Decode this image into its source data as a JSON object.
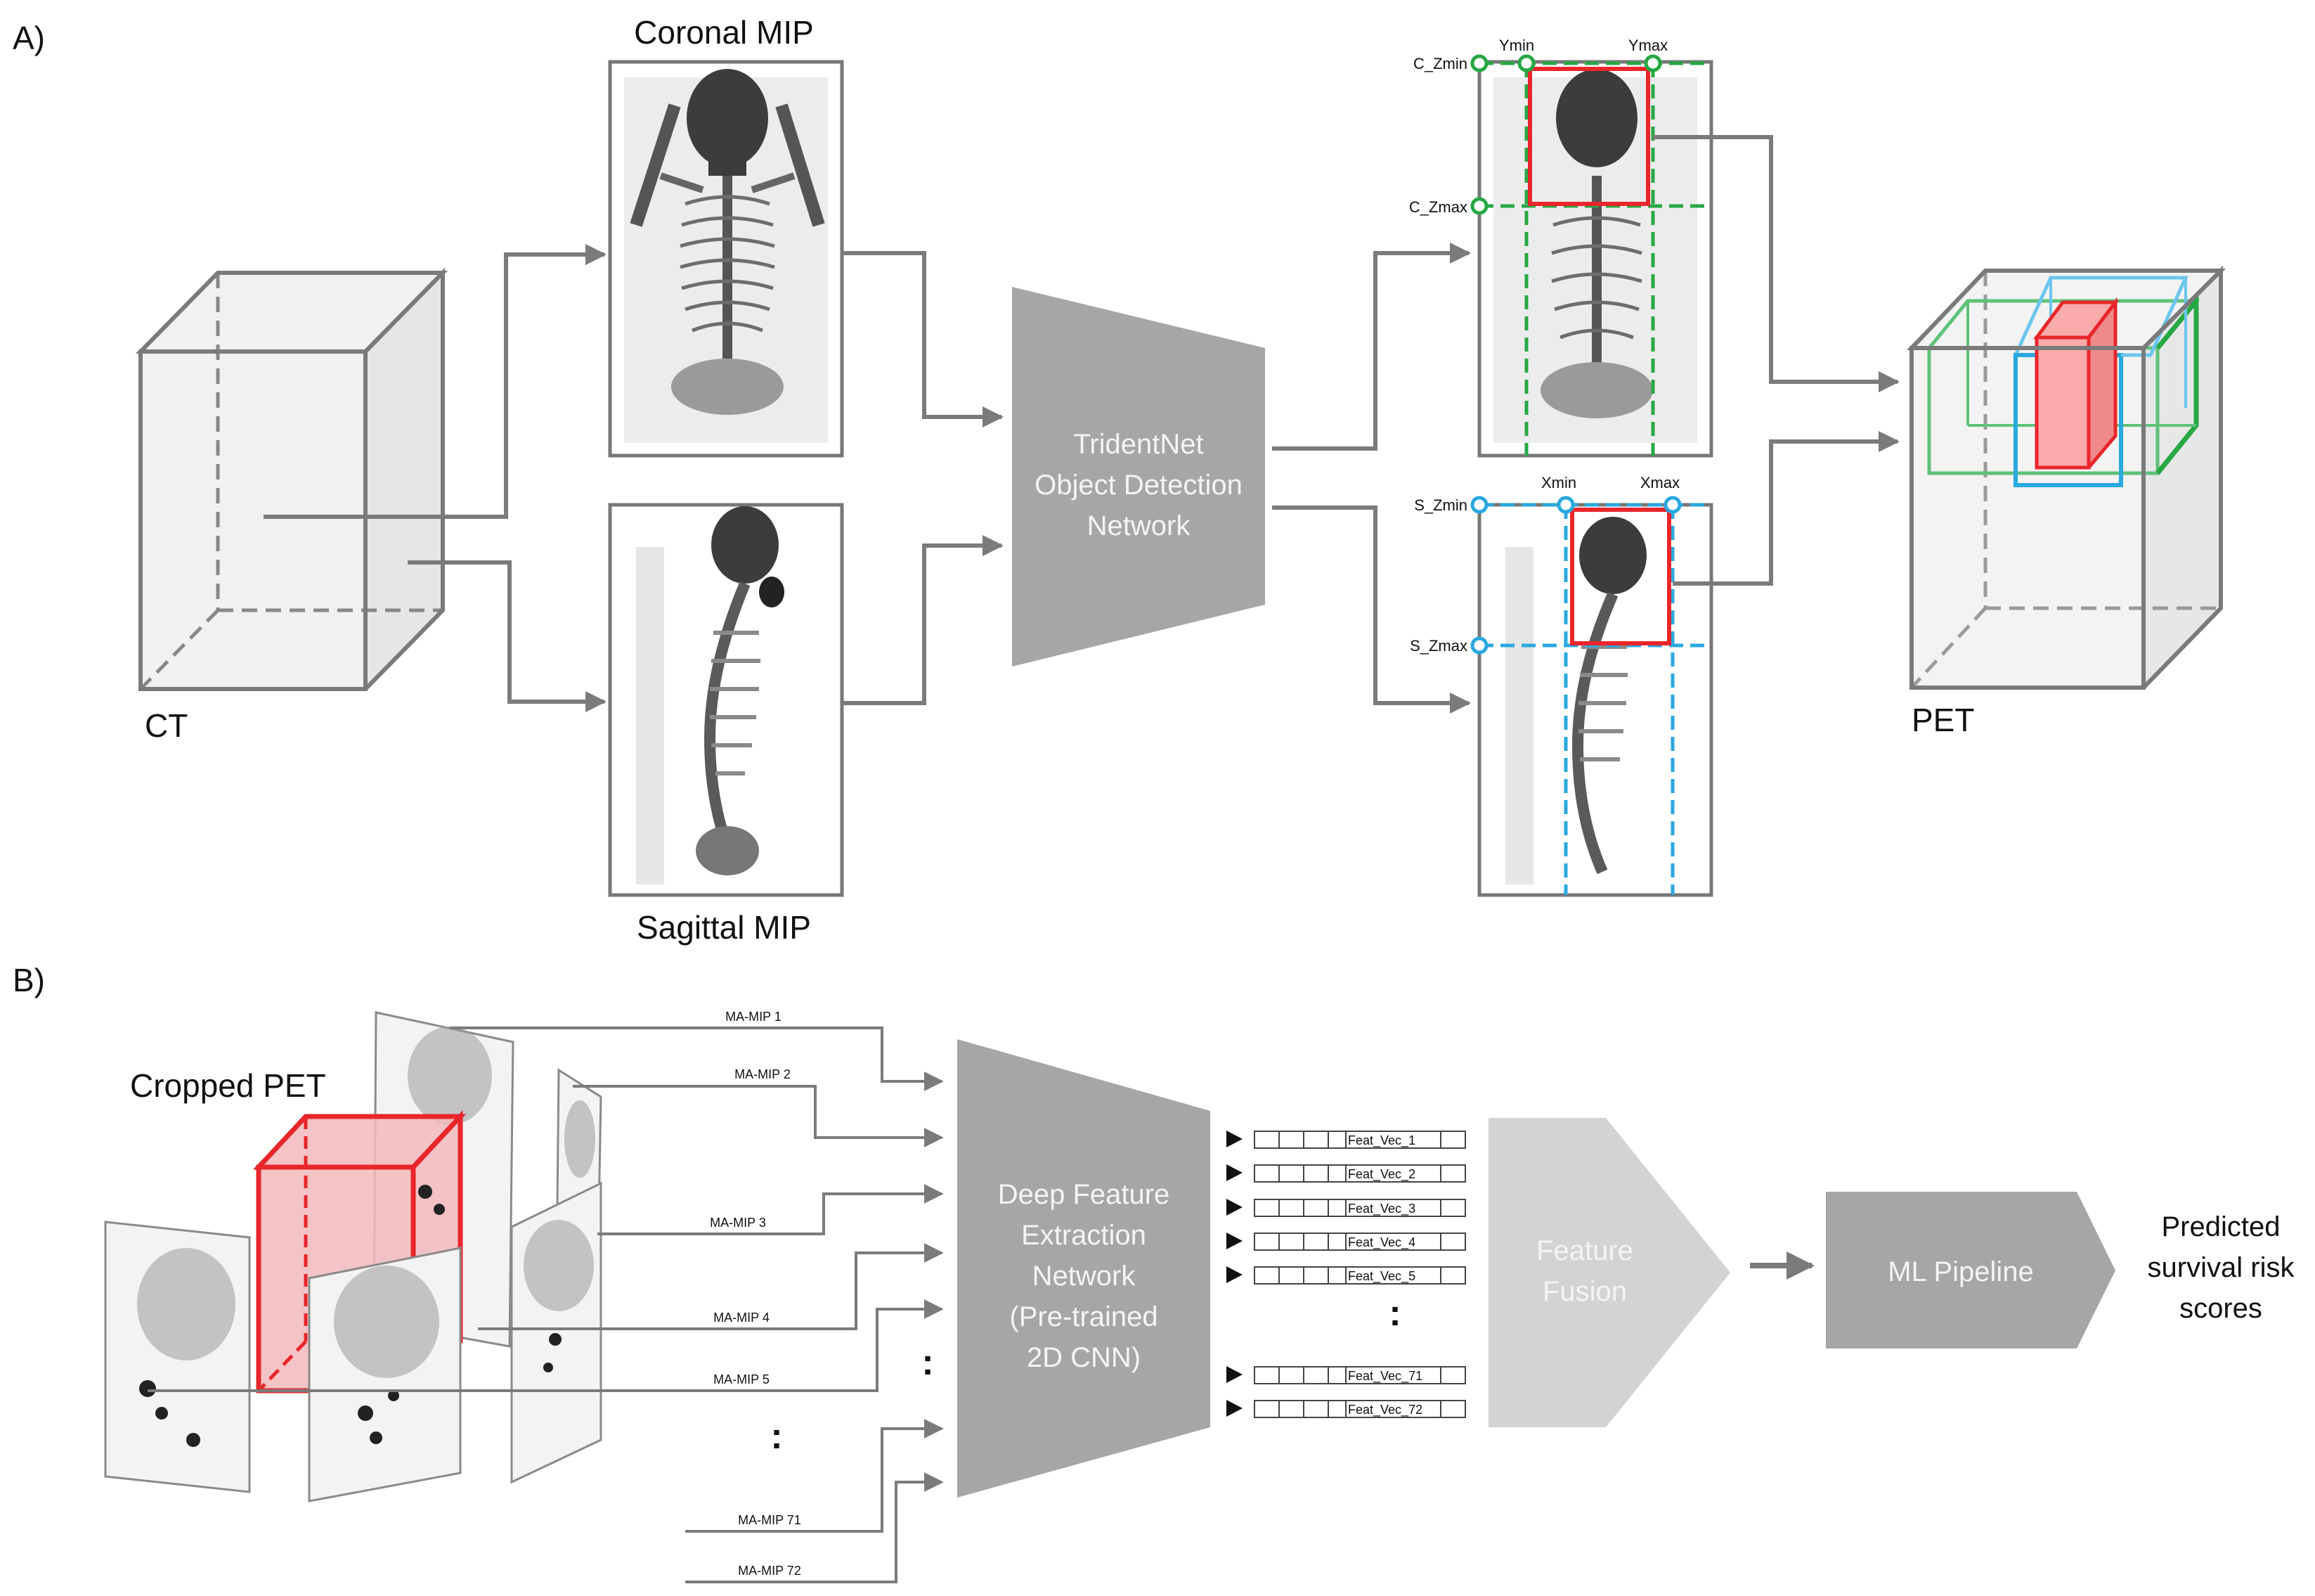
{
  "panel_a": {
    "label": "A)",
    "ct_label": "CT",
    "coronal_title": "Coronal MIP",
    "sagittal_title": "Sagittal MIP",
    "network_lines": [
      "TridentNet",
      "Object Detection",
      "Network"
    ],
    "pet_label": "PET",
    "coronal_labels": {
      "ymin": "Ymin",
      "ymax": "Ymax",
      "zmin": "C_Zmin",
      "zmax": "C_Zmax"
    },
    "sagittal_labels": {
      "xmin": "Xmin",
      "xmax": "Xmax",
      "zmin": "S_Zmin",
      "zmax": "S_Zmax"
    }
  },
  "panel_b": {
    "label": "B)",
    "cropped_label": "Cropped PET",
    "mip_labels": [
      "MA-MIP 1",
      "MA-MIP 2",
      "MA-MIP 3",
      "MA-MIP 4",
      "MA-MIP 5",
      "MA-MIP 71",
      "MA-MIP 72"
    ],
    "cnn_lines": [
      "Deep Feature",
      "Extraction",
      "Network",
      "(Pre-trained",
      "2D CNN)"
    ],
    "feature_vectors": [
      "Feat_Vec_1",
      "Feat_Vec_2",
      "Feat_Vec_3",
      "Feat_Vec_4",
      "Feat_Vec_5",
      "Feat_Vec_71",
      "Feat_Vec_72"
    ],
    "fusion_lines": [
      "Feature",
      "Fusion"
    ],
    "ml_label": "ML Pipeline",
    "output_lines": [
      "Predicted",
      "survival risk",
      "scores"
    ],
    "ellipsis": ":"
  },
  "colors": {
    "arrow": "#7b7b7b",
    "network": "#a8a6a5",
    "fusion": "#d3d3d3",
    "red_box": "#e8262b",
    "green_box": "#27a844",
    "blue_box": "#2aa8e0"
  }
}
